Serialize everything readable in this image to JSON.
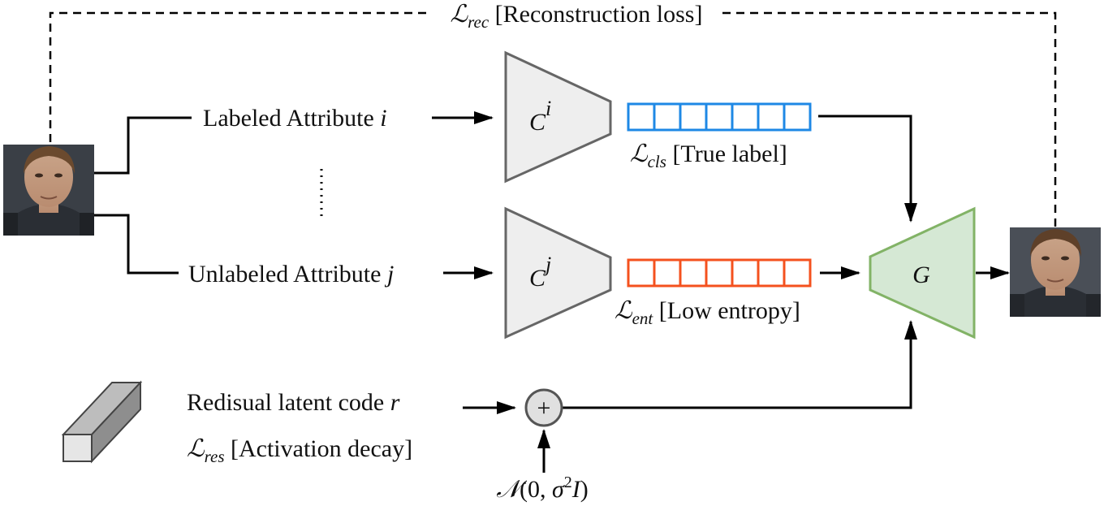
{
  "top_loss": {
    "symbol": "ℒ",
    "sub": "rec",
    "text": " [Reconstruction loss]"
  },
  "branch_i": {
    "prefix": "Labeled Attribute ",
    "var": "i"
  },
  "branch_j": {
    "prefix": "Unlabeled Attribute ",
    "var": "j"
  },
  "encoder_i": {
    "base": "C",
    "sup": "i"
  },
  "encoder_j": {
    "base": "C",
    "sup": "j"
  },
  "cls_loss": {
    "symbol": "ℒ",
    "sub": "cls",
    "text": "  [True label]"
  },
  "ent_loss": {
    "symbol": "ℒ",
    "sub": "ent",
    "text": " [Low entropy]"
  },
  "generator": {
    "label": "G"
  },
  "ellipsis": "⋮",
  "residual": {
    "prefix": "Redisual latent code ",
    "var": "r"
  },
  "res_loss": {
    "symbol": "ℒ",
    "sub": "res",
    "text": "  [Activation decay]"
  },
  "sum_node": {
    "symbol": "+"
  },
  "noise": {
    "symbol": "𝒩",
    "open": "(0, ",
    "sigma": "σ",
    "sup": "2",
    "var": "I",
    "close": ")"
  },
  "colors": {
    "cls_vector": "#1e88e5",
    "ent_vector": "#f4511e",
    "generator_fill": "#d5e8d4",
    "generator_stroke": "#82b366",
    "encoder_fill": "#eeeeee",
    "encoder_stroke": "#666666",
    "sum_fill": "#e0e0e0",
    "block_front": "#e6e6e6",
    "block_top": "#bdbdbd",
    "block_side": "#8e8e8e"
  }
}
